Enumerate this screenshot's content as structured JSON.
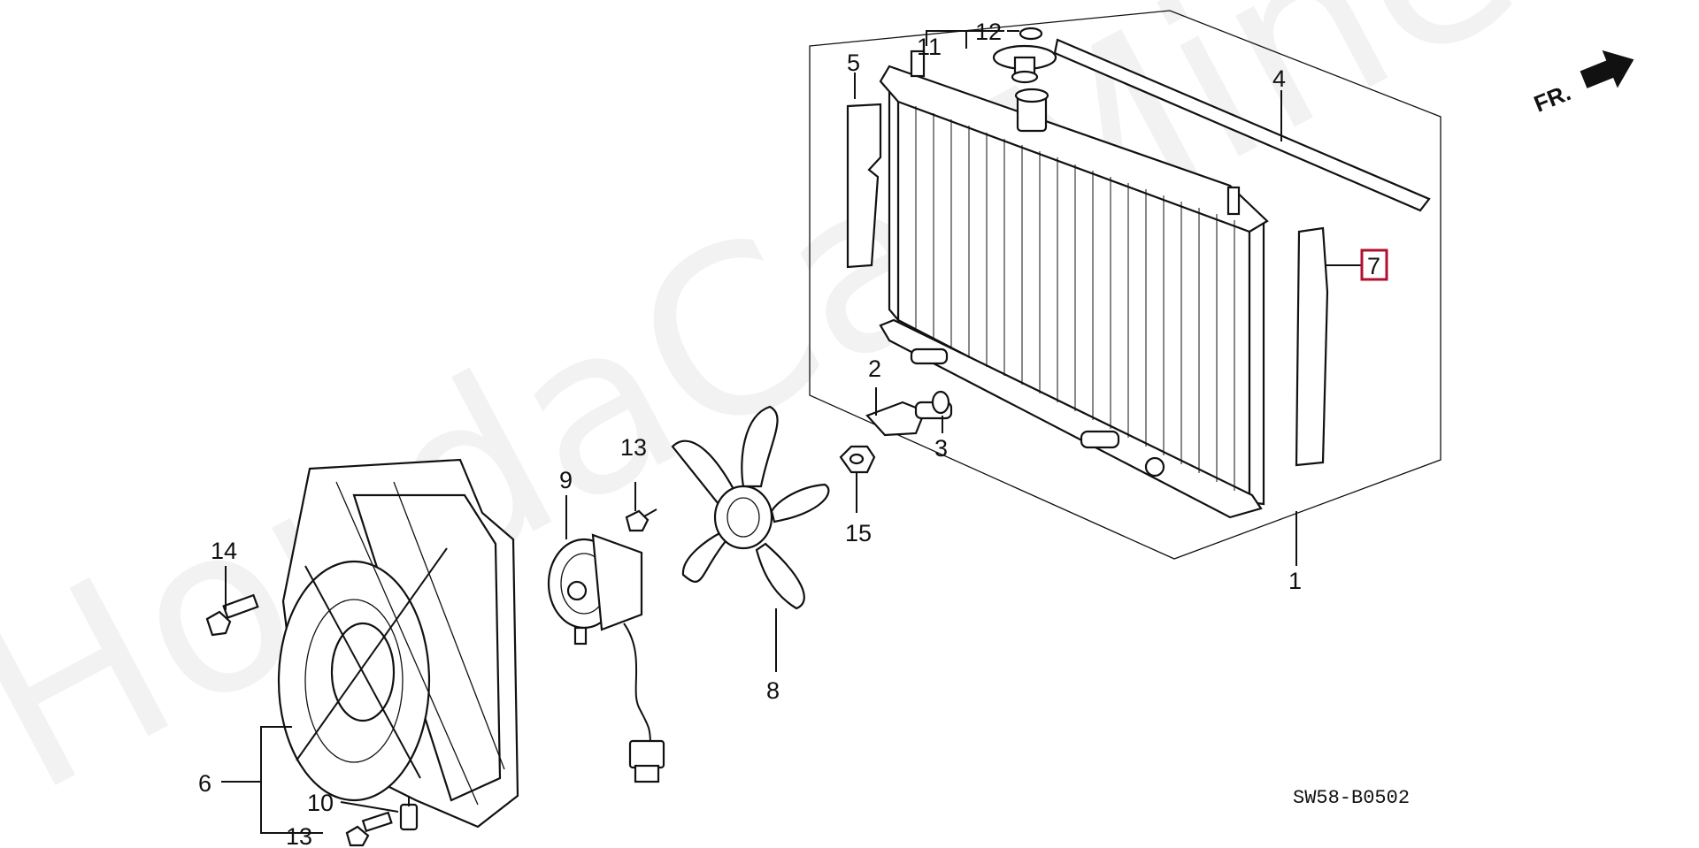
{
  "diagram": {
    "drawing_code": "SW58-B0502",
    "direction_label": "FR.",
    "watermark": "HondaCarMine.ru",
    "selected_callout": "7",
    "callouts": {
      "c1": "1",
      "c2": "2",
      "c3": "3",
      "c4": "4",
      "c5": "5",
      "c6": "6",
      "c7": "7",
      "c8": "8",
      "c9": "9",
      "c10": "10",
      "c11": "11",
      "c12": "12",
      "c13a": "13",
      "c13b": "13",
      "c14": "14",
      "c15": "15"
    }
  }
}
